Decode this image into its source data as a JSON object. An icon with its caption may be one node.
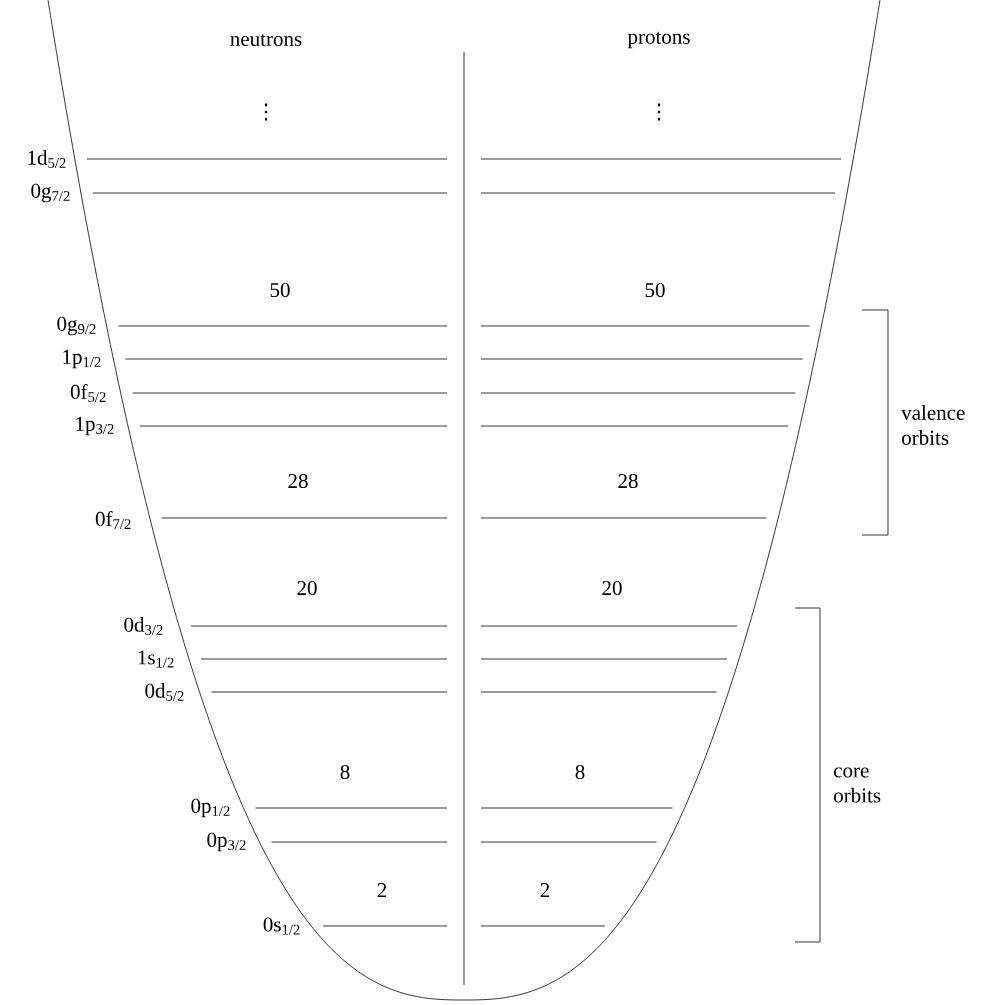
{
  "diagram": {
    "labels": [
      "neutrons",
      "protons",
      "⋮",
      "⋮",
      "1d$_{5/2}$",
      "0g$_{7/2}$",
      "50",
      "50",
      "0g$_{9/2}$",
      "1p$_{1/2}$",
      "0f$_{5/2}$",
      "valence orbits",
      "1p$_{3/2}$",
      "28",
      "28",
      "0f$_{7/2}$",
      "20",
      "20",
      "0d$_{3/2}$",
      "1s$_{1/2}$",
      "0d$_{5/2}$",
      "8",
      "8",
      "core orbits",
      "0p$_{1/2}$",
      "0p$_{3/2}$",
      "2",
      "2",
      "0s$_{1/2}$"
    ]
  }
}
